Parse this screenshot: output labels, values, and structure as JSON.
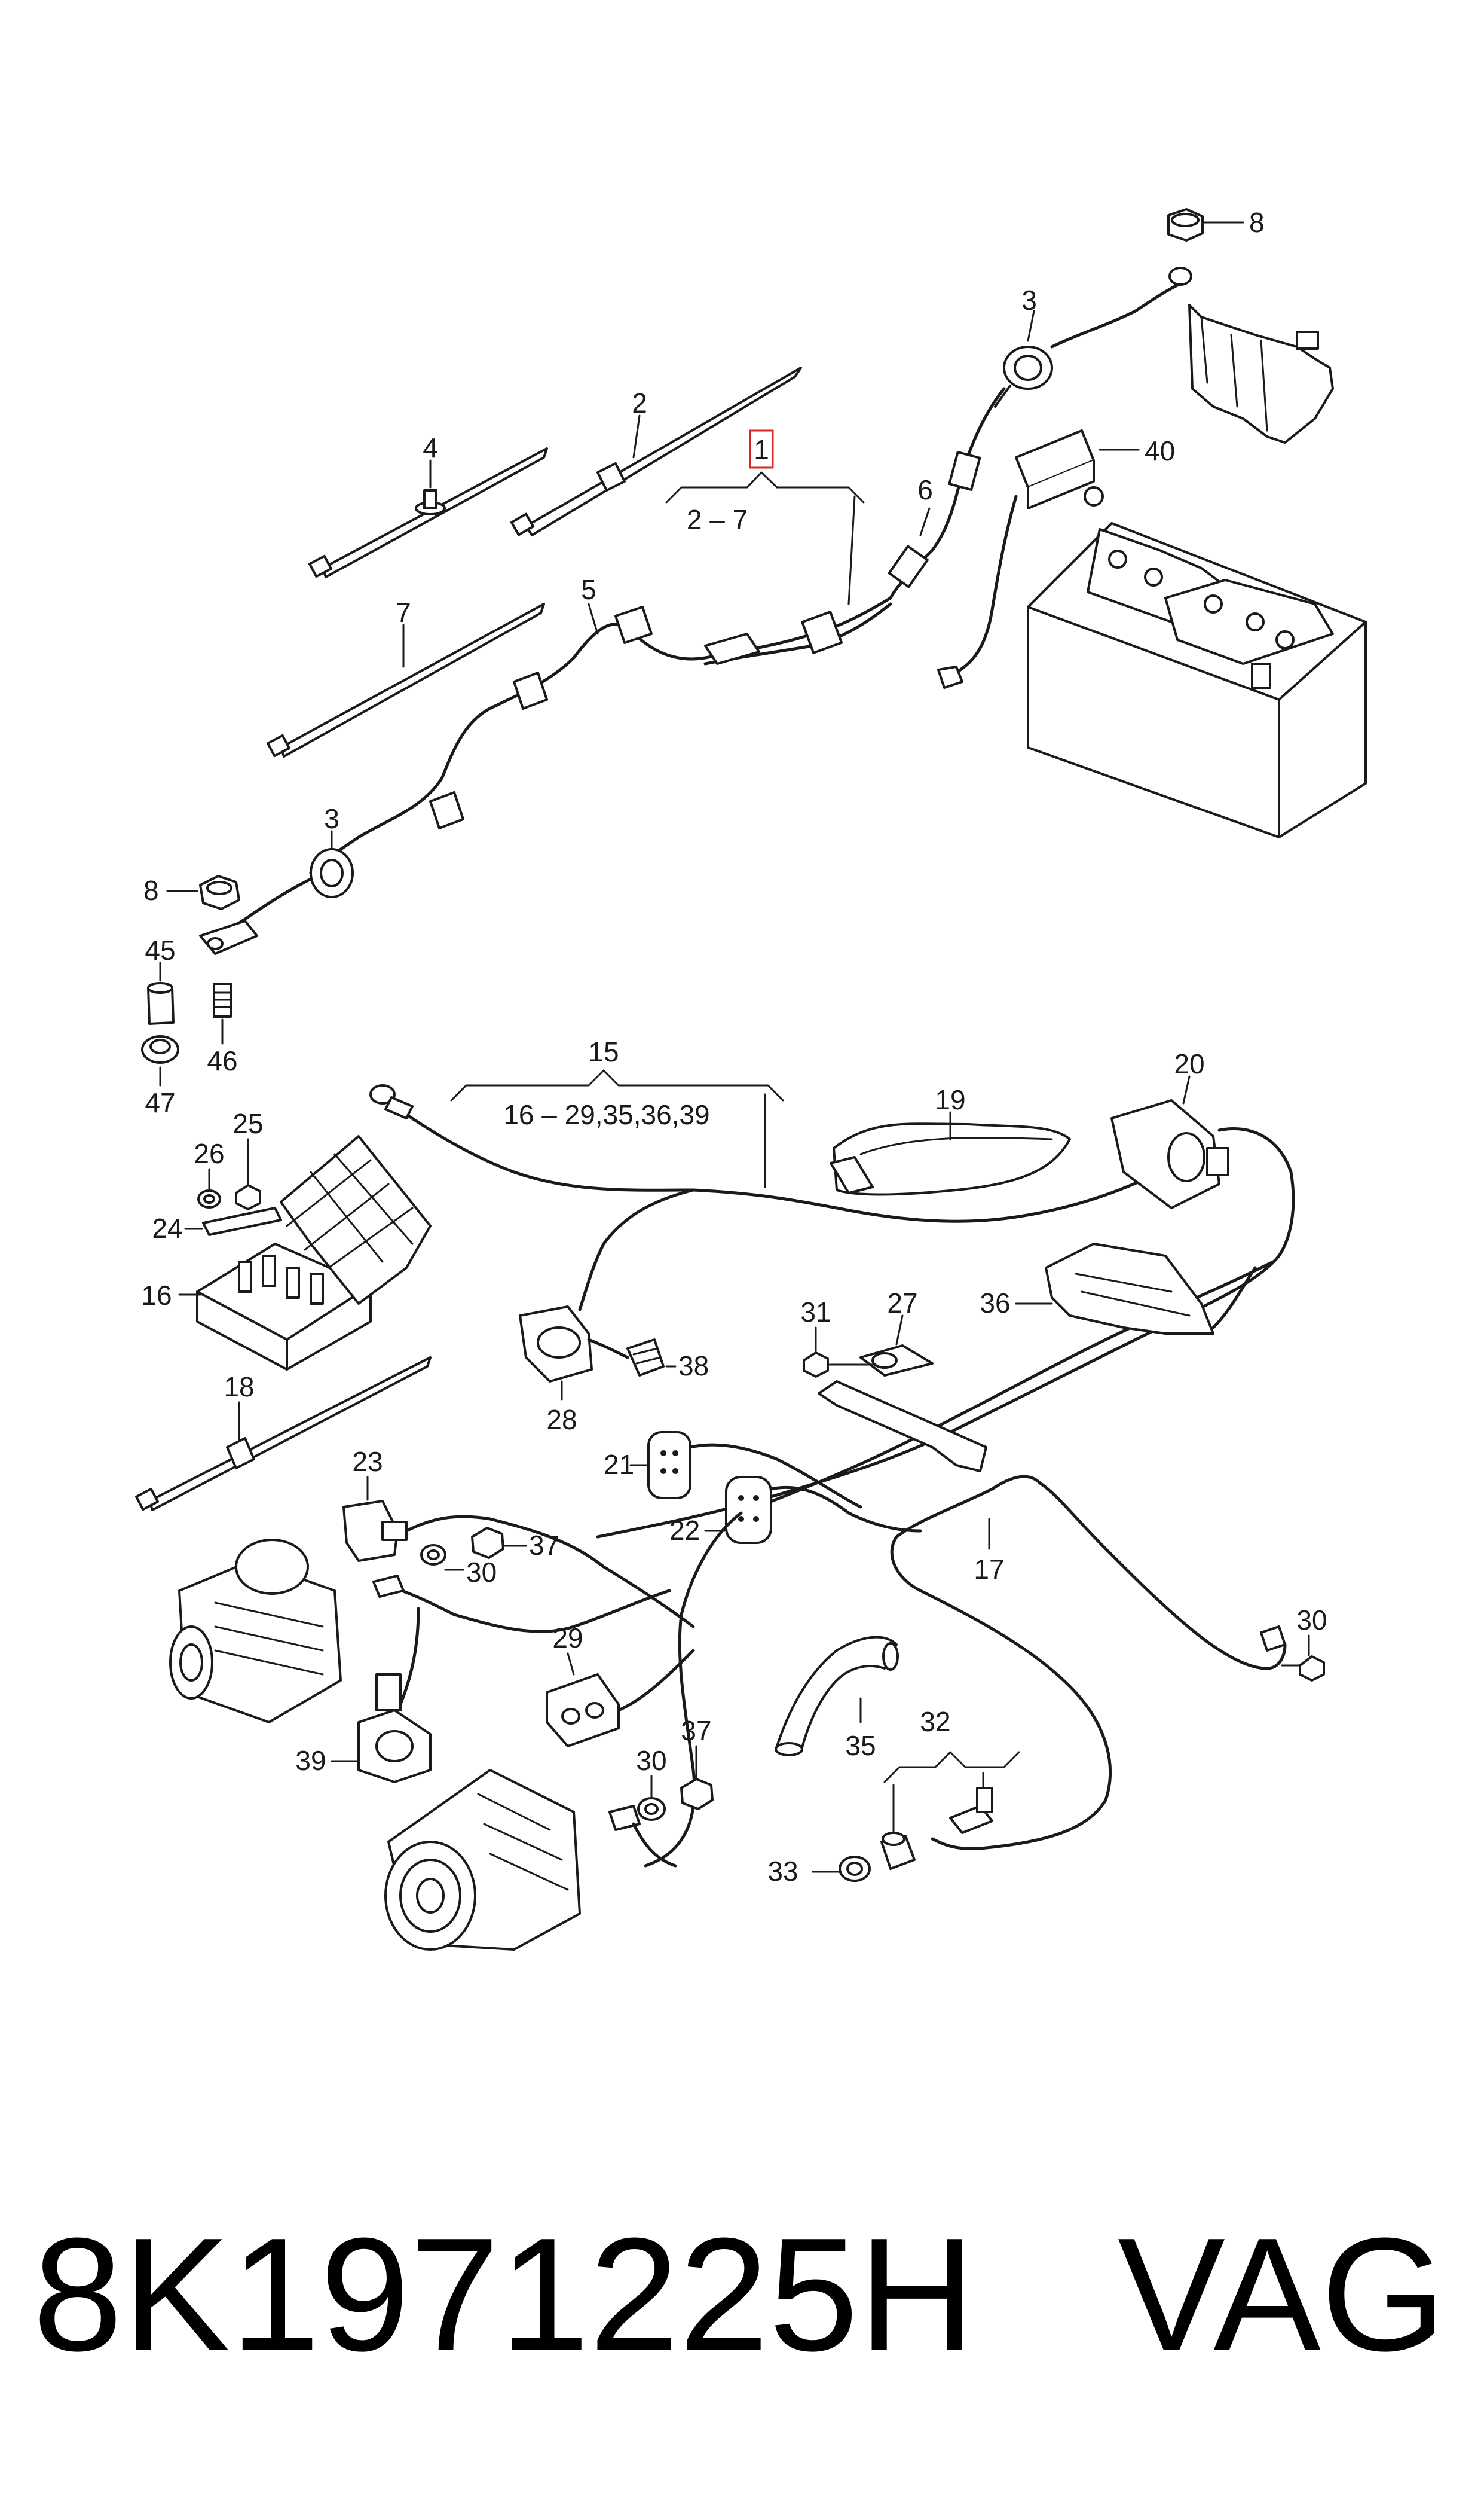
{
  "labels": {
    "l1": "1",
    "l1_range": "2 – 7",
    "l2": "2",
    "l3a": "3",
    "l3b": "3",
    "l4": "4",
    "l5": "5",
    "l6": "6",
    "l7": "7",
    "l8a": "8",
    "l8b": "8",
    "l15": "15",
    "l15_range": "16 – 29,35,36,39",
    "l16": "16",
    "l17": "17",
    "l18": "18",
    "l19": "19",
    "l20": "20",
    "l21": "21",
    "l22": "22",
    "l23": "23",
    "l24": "24",
    "l25": "25",
    "l26": "26",
    "l27": "27",
    "l28": "28",
    "l29": "29",
    "l30a": "30",
    "l30b": "30",
    "l30c": "30",
    "l31": "31",
    "l32": "32",
    "l33": "33",
    "l35": "35",
    "l36": "36",
    "l37a": "37",
    "l37b": "37",
    "l38": "38",
    "l39": "39",
    "l40": "40",
    "l45": "45",
    "l46": "46",
    "l47": "47"
  },
  "footer": {
    "part_number": "8K1971225H",
    "brand": "VAG"
  },
  "colors": {
    "line": "#1a1a1a",
    "highlight": "#d62828",
    "background": "#ffffff"
  }
}
